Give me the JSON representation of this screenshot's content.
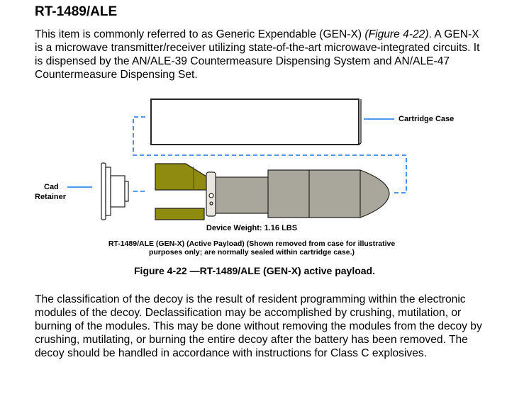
{
  "title": "RT-1489/ALE",
  "intro": {
    "text_before": "This item is commonly referred to as Generic Expendable (GEN-X) ",
    "figure_ref": "(Figure 4-22)",
    "text_after": ". A GEN-X is a microwave transmitter/receiver utilizing state-of-the-art microwave-integrated circuits. It is dispensed by the AN/ALE-39 Countermeasure Dispensing System and AN/ALE-47 Countermeasure Dispensing Set."
  },
  "figure": {
    "label_cartridge_case": "Cartridge Case",
    "label_cad": "Cad",
    "label_retainer": "Retainer",
    "device_weight": "Device Weight: 1.16 LBS",
    "note_line1": "RT-1489/ALE (GEN-X) (Active Payload) (Shown removed from case for illustrative",
    "note_line2": "purposes only; are normally sealed within cartridge case.)",
    "caption": "Figure 4-22 —RT-1489/ALE (GEN-X) active payload.",
    "colors": {
      "leader": "#1a73e8",
      "payload_yellow": "#8f8a10",
      "payload_grey": "#a9a79c"
    }
  },
  "body_text": "The classification of the decoy is the result of resident programming within the electronic modules of the decoy. Declassification may be accomplished by crushing, mutilation, or burning of the modules. This may be done without removing the modules from the decoy by crushing, mutilating, or burning the entire decoy after the battery has been removed. The decoy should be handled in accordance with instructions for Class C explosives."
}
